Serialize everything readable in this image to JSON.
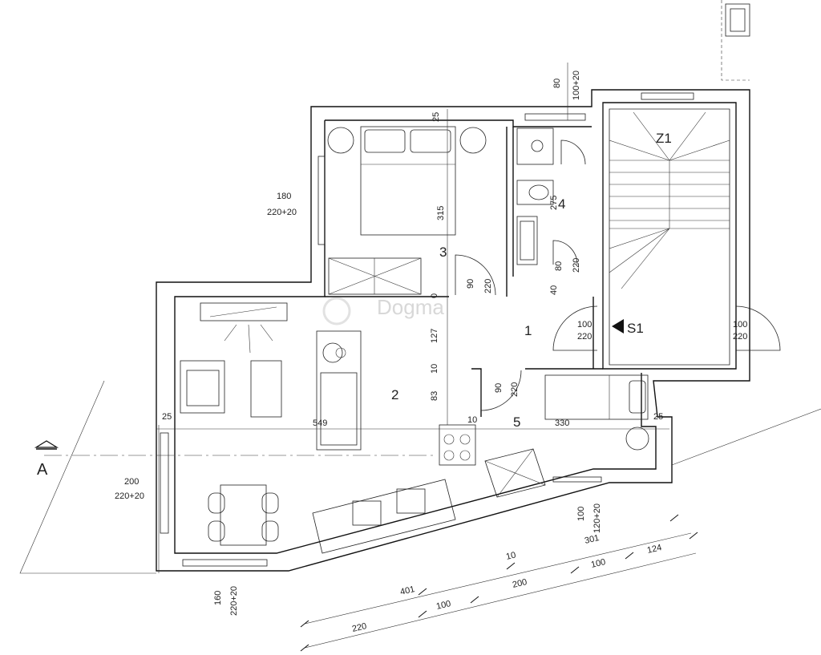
{
  "rooms": {
    "r1": "1",
    "r2": "2",
    "r3": "3",
    "r4": "4",
    "r5": "5",
    "stair": "Z1",
    "entry": "S1"
  },
  "section_marker": "A",
  "watermark": "Dogma",
  "dims": {
    "top_window_w": "80",
    "top_window_h": "100+20",
    "bed_window_w": "180",
    "bed_window_h": "220+20",
    "bed_depth": "315",
    "d25_top": "25",
    "d275": "275",
    "d220_bath": "220",
    "d80": "80",
    "d40": "40",
    "door3_w": "90",
    "door3_h": "220",
    "d0": "0",
    "d127": "127",
    "d10a": "10",
    "d83": "83",
    "door_mid_w": "90",
    "door_mid_h": "220",
    "entry_door_w": "100",
    "entry_door_h": "220",
    "stair_door_w": "100",
    "stair_door_h": "220",
    "d25_left": "25",
    "d549": "549",
    "d10b": "10",
    "d330": "330",
    "d25_right": "25",
    "living_window_w": "200",
    "living_window_h": "220+20",
    "kitchen_window_w": "100",
    "kitchen_window_h": "120+20",
    "bottom_window_w": "160",
    "bottom_window_h": "220+20",
    "chain1_a": "401",
    "chain1_b": "10",
    "chain1_c": "301",
    "chain2_a": "220",
    "chain2_b": "100",
    "chain2_c": "200",
    "chain2_d": "100",
    "chain2_e": "124"
  }
}
